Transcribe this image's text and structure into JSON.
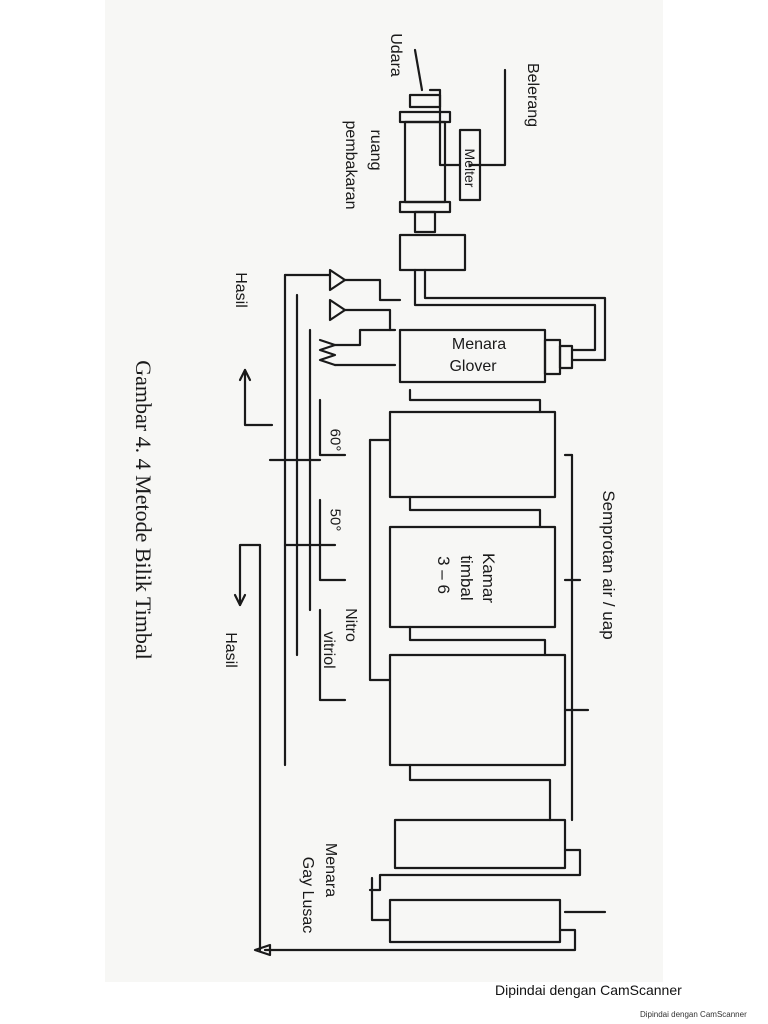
{
  "labels": {
    "belerang": "Belerang",
    "udara": "Udara",
    "melter": "Melter",
    "ruang": "ruang",
    "pembakaran": "pembakaran",
    "hasil_top": "Hasil",
    "hasil_bottom": "Hasil",
    "menara_glover_1": "Menara",
    "menara_glover_2": "Glover",
    "deg60": "60°",
    "deg50": "50°",
    "nitro": "Nitro",
    "vitriol": "vitriol",
    "semprotan": "Semprotan  air / uap",
    "kamar": "Kamar",
    "timbal": "timbal",
    "range": "3 – 6",
    "menara_gay_1": "Menara",
    "menara_gay_2": "Gay Lusac"
  },
  "caption": "Gambar 4. 4  Metode Bilik Timbal",
  "footer": {
    "main": "Dipindai dengan CamScanner",
    "small": "Dipindai dengan CamScanner"
  },
  "colors": {
    "ink": "#1a1a1a",
    "paper": "#f7f7f5"
  }
}
